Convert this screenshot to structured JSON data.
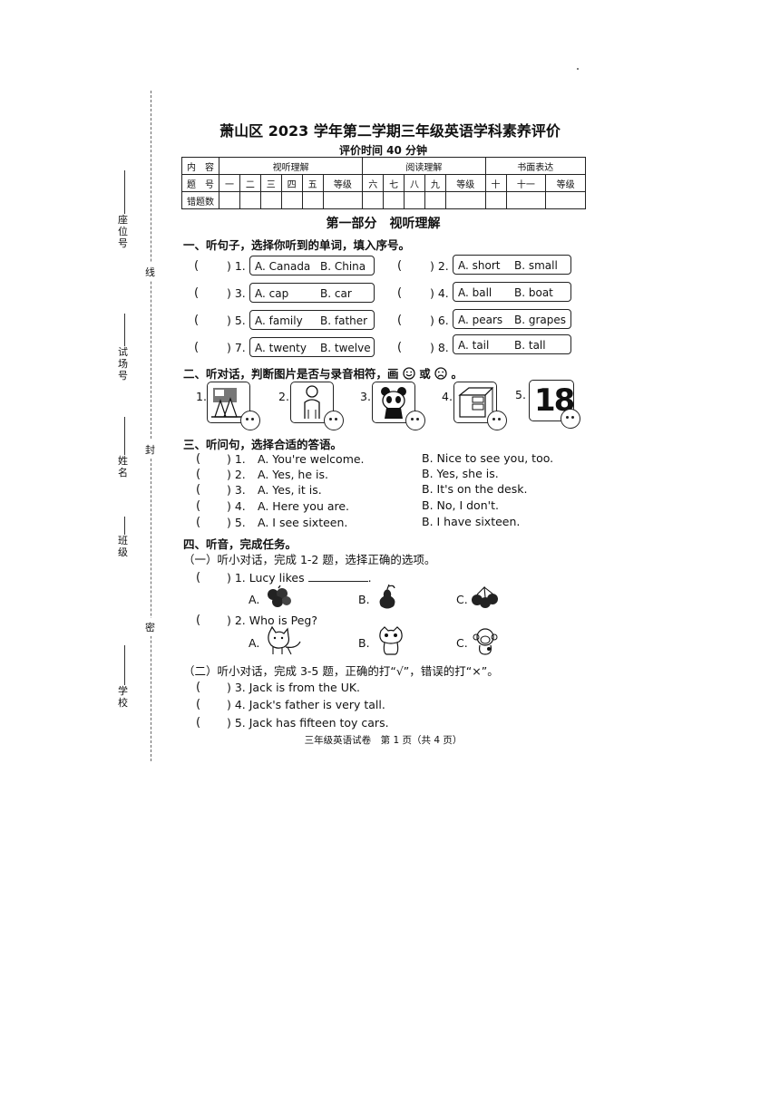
{
  "side": {
    "seat": "座位号",
    "room": "试场号",
    "name": "姓名",
    "class": "班级",
    "school": "学校",
    "bind1": "线",
    "bind2": "封",
    "bind3": "密"
  },
  "header": {
    "title": "萧山区 2023 学年第二学期三年级英语学科素养评价",
    "subtitle": "评价时间 40 分钟"
  },
  "score_table": {
    "row1": [
      "内　容",
      "视听理解",
      "阅读理解",
      "书面表达"
    ],
    "row2": [
      "题　号",
      "一",
      "二",
      "三",
      "四",
      "五",
      "等级",
      "六",
      "七",
      "八",
      "九",
      "等级",
      "十",
      "十一",
      "等级"
    ],
    "row3": [
      "错题数"
    ]
  },
  "part1": {
    "title": "第一部分　视听理解",
    "sec1": {
      "heading": "一、听句子，选择你听到的单词，填入序号。",
      "items": [
        {
          "num": ") 1.",
          "a": "A. Canada",
          "b": "B. China"
        },
        {
          "num": ") 2.",
          "a": "A. short",
          "b": "B. small"
        },
        {
          "num": ") 3.",
          "a": "A. cap",
          "b": "B. car"
        },
        {
          "num": ") 4.",
          "a": "A. ball",
          "b": "B. boat"
        },
        {
          "num": ") 5.",
          "a": "A. family",
          "b": "B. father"
        },
        {
          "num": ") 6.",
          "a": "A. pears",
          "b": "B. grapes"
        },
        {
          "num": ") 7.",
          "a": "A. twenty",
          "b": "B. twelve"
        },
        {
          "num": ") 8.",
          "a": "A. tail",
          "b": "B. tall"
        }
      ]
    },
    "sec2": {
      "heading": "二、听对话，判断图片是否与录音相符，画",
      "or": "或",
      "end": "。",
      "labels": [
        "1.",
        "2.",
        "3.",
        "4.",
        "5."
      ],
      "number_pic": "18"
    },
    "sec3": {
      "heading": "三、听问句，选择合适的答语。",
      "items": [
        {
          "num": ") 1.",
          "a": "A. You're welcome.",
          "b": "B. Nice to see you, too."
        },
        {
          "num": ") 2.",
          "a": "A. Yes, he is.",
          "b": "B. Yes, she is."
        },
        {
          "num": ") 3.",
          "a": "A. Yes, it is.",
          "b": "B. It's on the desk."
        },
        {
          "num": ") 4.",
          "a": "A. Here you are.",
          "b": "B. No, I don't."
        },
        {
          "num": ") 5.",
          "a": "A. I see sixteen.",
          "b": "B. I have sixteen."
        }
      ]
    },
    "sec4": {
      "heading": "四、听音，完成任务。",
      "sub1": "（一）听小对话，完成 1-2 题，选择正确的选项。",
      "q1": ") 1. Lucy likes",
      "q1_end": ".",
      "q2": ") 2. Who is Peg?",
      "opts": [
        "A.",
        "B.",
        "C."
      ],
      "sub2": "（二）听小对话，完成 3-5 题，正确的打“√”，错误的打“×”。",
      "tf": [
        ") 3. Jack is from the UK.",
        ") 4. Jack's father is very tall.",
        ") 5. Jack has fifteen toy cars."
      ]
    }
  },
  "footer": "三年级英语试卷　第 1 页（共 4 页）",
  "paren_open": "("
}
